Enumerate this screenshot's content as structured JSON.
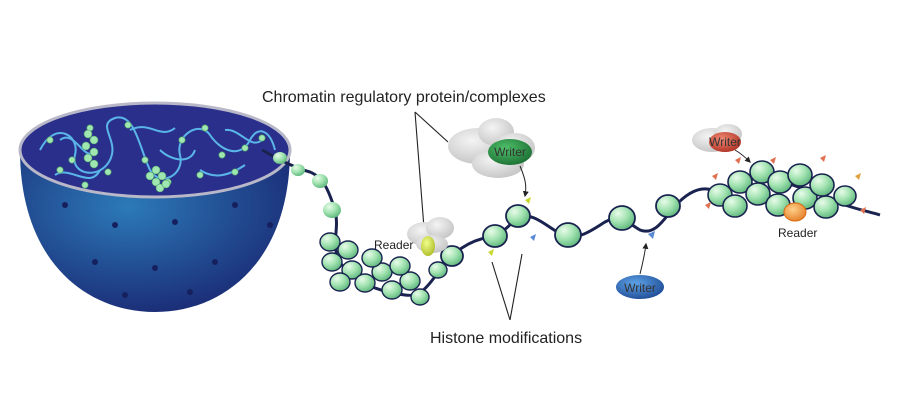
{
  "labels": {
    "chromatin_regulatory": "Chromatin regulatory protein/complexes",
    "histone_modifications": "Histone modifications",
    "reader_left": "Reader",
    "reader_right": "Reader",
    "writer_top": "Writer",
    "writer_bottom": "Writer",
    "writer_right": "Writer"
  },
  "colors": {
    "nucleus_dark": "#1b2a78",
    "nucleus_light": "#2a6fb0",
    "nucleoplasm": "#2b2f8c",
    "dna_strand": "#5ab6e8",
    "chromatin_fiber": "#1a2350",
    "nucleosome": "#8fdca4",
    "writer_green": "#1f8a3c",
    "writer_blue": "#1d5fb0",
    "writer_red": "#c83a2a",
    "reader_yellow": "#c8d830",
    "reader_orange": "#f08a20",
    "cloud_gray": "#d6d6d6"
  }
}
